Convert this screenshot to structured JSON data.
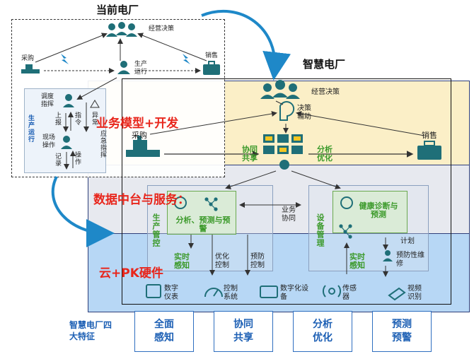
{
  "current_plant": {
    "title": "当前电厂",
    "management": "经营决策",
    "purchase": "采购",
    "sales": "销售",
    "production_run": "生产运行",
    "dispatch": "调度指挥",
    "report": "上报",
    "command": "指令",
    "field_ops": "现场操作",
    "record": "记录",
    "operate": "操作",
    "abnormal": "异常",
    "emergency": "应急指挥",
    "side_label": "生产运行"
  },
  "smart_plant": {
    "title": "智慧电厂",
    "management": "经营决策",
    "decision_aid": "决策辅助",
    "purchase": "采购",
    "sales": "销售",
    "collab_share": "协同共享",
    "analysis_opt": "分析优化",
    "business_collab": "业务协同",
    "production_control": "生产管控",
    "equipment_mgmt": "设备管理",
    "analysis_predict": "分析、预测与预警",
    "health_diag": "健康诊断与预测",
    "realtime_left": "实时感知",
    "opt_control": "优化控制",
    "prevent_control": "预防控制",
    "realtime_right": "实时感知",
    "plan": "计划",
    "preventive_maint": "预防性维修"
  },
  "layers": {
    "business": "业务模型+开发",
    "data": "数据中台与服务：",
    "cloud": "云+PK硬件"
  },
  "devices": [
    {
      "label": "数字仪表",
      "icon": "digital-meter-icon"
    },
    {
      "label": "控制系统",
      "icon": "gauge-icon"
    },
    {
      "label": "数字化设备",
      "icon": "device-icon"
    },
    {
      "label": "传感器",
      "icon": "sensor-icon"
    },
    {
      "label": "视频识别",
      "icon": "camera-icon"
    }
  ],
  "features": {
    "label": "智慧电厂四大特征",
    "items": [
      "全面\n感知",
      "协同\n共享",
      "分析\n优化",
      "预测\n预警"
    ]
  },
  "colors": {
    "business_layer": "#fbefc7",
    "data_layer": "#e7e9ef",
    "cloud_layer": "#b7d7f5",
    "layer_text": "#e8261c",
    "green_text": "#3c9a2b",
    "icon_teal": "#1f6f78",
    "feature_blue": "#1c5fb4"
  }
}
